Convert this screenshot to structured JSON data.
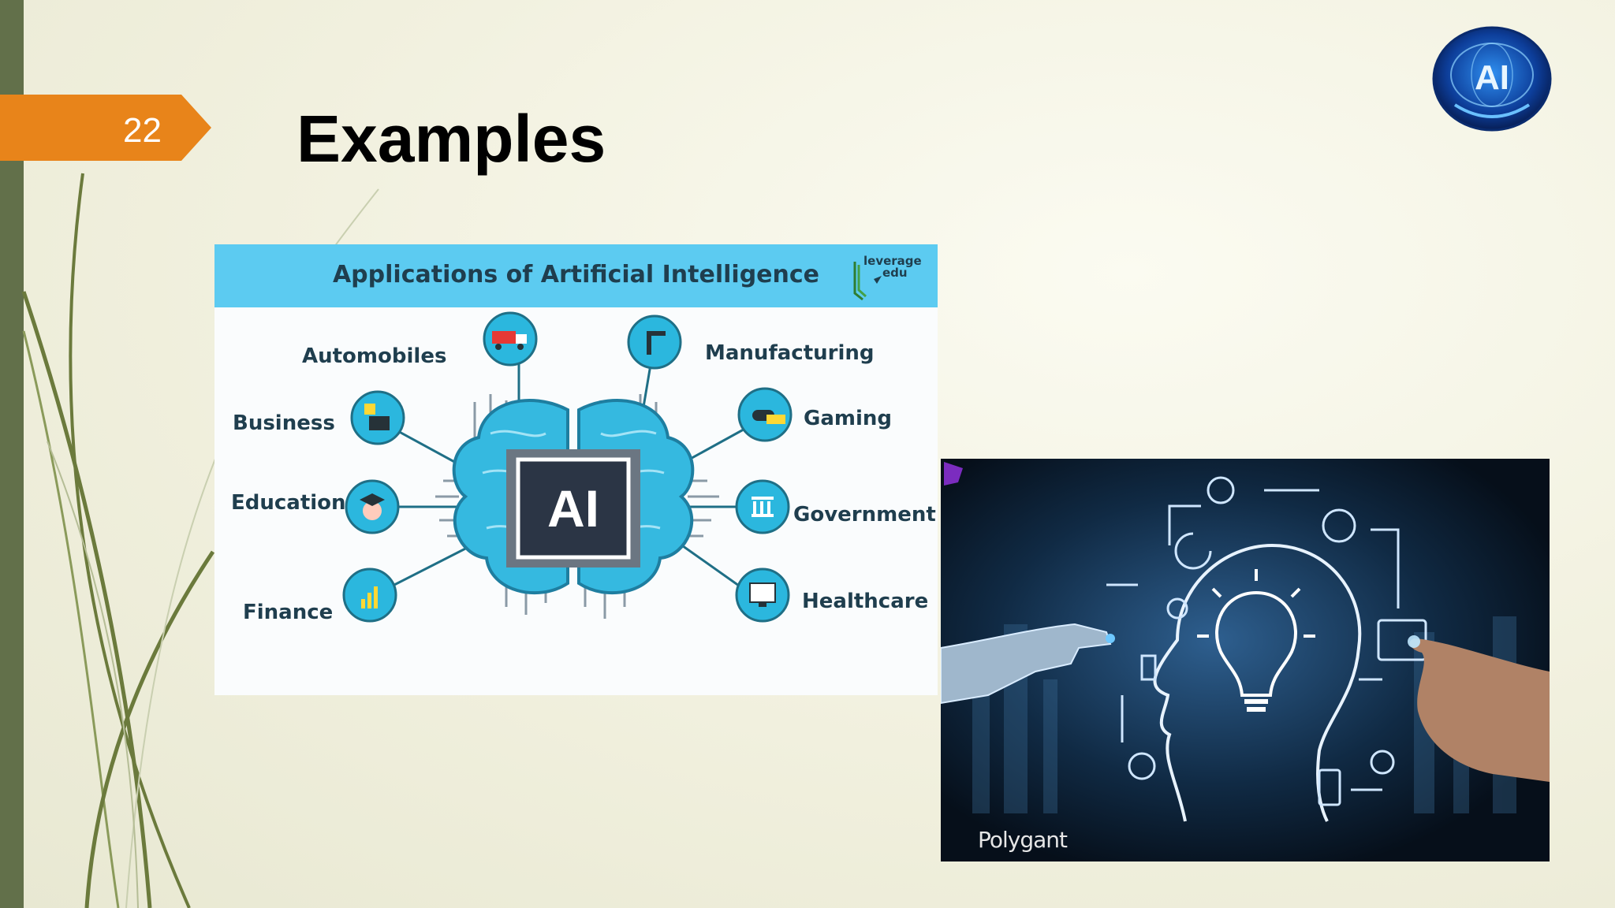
{
  "slide": {
    "number": "22",
    "title": "Examples"
  },
  "logo": {
    "text": "AI",
    "icon": "ai-globe-logo-icon"
  },
  "infographic": {
    "header": "Applications of Artificial Intelligence",
    "brand": {
      "line1": "leverage",
      "line2": "edu"
    },
    "center_label": "AI",
    "labels": {
      "automobiles": "Automobiles",
      "business": "Business",
      "education": "Education",
      "finance": "Finance",
      "manufacturing": "Manufacturing",
      "gaming": "Gaming",
      "government": "Government",
      "healthcare": "Healthcare"
    },
    "colors": {
      "header": "#5ccbf1",
      "node": "#2bb7de",
      "brain": "#35b9e0",
      "chip": "#2b3545"
    }
  },
  "photo": {
    "watermark": "Polygant",
    "description_icon": "robot-hand-and-human-head-icon"
  },
  "colors": {
    "accent": "#e8841a",
    "sidebar": "#62704a"
  }
}
